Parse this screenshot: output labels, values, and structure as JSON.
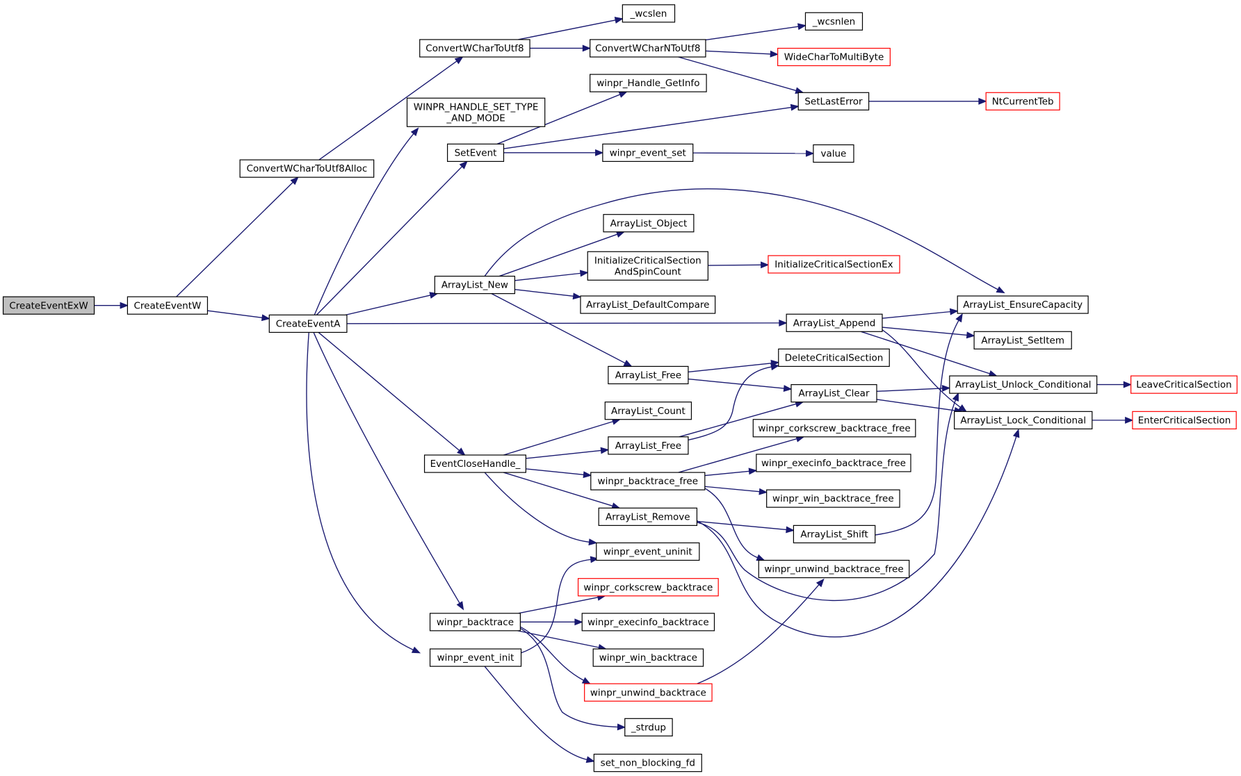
{
  "graph": {
    "title": "",
    "colors": {
      "edge": "#191970",
      "node_border": "#000000",
      "truncated_border": "#ff0000",
      "root_fill": "#bfbfbf",
      "background": "#ffffff"
    },
    "nodes": [
      {
        "id": "CreateEventExW",
        "lines": [
          "CreateEventExW"
        ],
        "root": true
      },
      {
        "id": "CreateEventW",
        "lines": [
          "CreateEventW"
        ]
      },
      {
        "id": "ConvertWCharToUtf8Alloc",
        "lines": [
          "ConvertWCharToUtf8Alloc"
        ]
      },
      {
        "id": "CreateEventA",
        "lines": [
          "CreateEventA"
        ]
      },
      {
        "id": "ConvertWCharToUtf8",
        "lines": [
          "ConvertWCharToUtf8"
        ]
      },
      {
        "id": "WINPR_HANDLE_SET_TYPE_AND_MODE",
        "lines": [
          "WINPR_HANDLE_SET_TYPE",
          "_AND_MODE"
        ]
      },
      {
        "id": "SetEvent",
        "lines": [
          "SetEvent"
        ]
      },
      {
        "id": "ArrayList_New",
        "lines": [
          "ArrayList_New"
        ]
      },
      {
        "id": "EventCloseHandle_",
        "lines": [
          "EventCloseHandle_"
        ]
      },
      {
        "id": "winpr_backtrace",
        "lines": [
          "winpr_backtrace"
        ]
      },
      {
        "id": "winpr_event_init",
        "lines": [
          "winpr_event_init"
        ]
      },
      {
        "id": "_wcslen",
        "lines": [
          "_wcslen"
        ]
      },
      {
        "id": "ConvertWCharNToUtf8",
        "lines": [
          "ConvertWCharNToUtf8"
        ]
      },
      {
        "id": "winpr_Handle_GetInfo",
        "lines": [
          "winpr_Handle_GetInfo"
        ]
      },
      {
        "id": "winpr_event_set",
        "lines": [
          "winpr_event_set"
        ]
      },
      {
        "id": "ArrayList_Object",
        "lines": [
          "ArrayList_Object"
        ]
      },
      {
        "id": "InitializeCriticalSectionAndSpinCount",
        "lines": [
          "InitializeCriticalSection",
          "AndSpinCount"
        ]
      },
      {
        "id": "ArrayList_DefaultCompare",
        "lines": [
          "ArrayList_DefaultCompare"
        ]
      },
      {
        "id": "ArrayList_Free_1",
        "lines": [
          "ArrayList_Free"
        ]
      },
      {
        "id": "ArrayList_Count",
        "lines": [
          "ArrayList_Count"
        ]
      },
      {
        "id": "ArrayList_Free_2",
        "lines": [
          "ArrayList_Free"
        ]
      },
      {
        "id": "winpr_backtrace_free",
        "lines": [
          "winpr_backtrace_free"
        ]
      },
      {
        "id": "ArrayList_Remove",
        "lines": [
          "ArrayList_Remove"
        ]
      },
      {
        "id": "winpr_event_uninit",
        "lines": [
          "winpr_event_uninit"
        ]
      },
      {
        "id": "winpr_corkscrew_backtrace",
        "lines": [
          "winpr_corkscrew_backtrace"
        ],
        "red": true
      },
      {
        "id": "winpr_execinfo_backtrace",
        "lines": [
          "winpr_execinfo_backtrace"
        ]
      },
      {
        "id": "winpr_win_backtrace",
        "lines": [
          "winpr_win_backtrace"
        ]
      },
      {
        "id": "winpr_unwind_backtrace",
        "lines": [
          "winpr_unwind_backtrace"
        ],
        "red": true
      },
      {
        "id": "_strdup",
        "lines": [
          "_strdup"
        ]
      },
      {
        "id": "set_non_blocking_fd",
        "lines": [
          "set_non_blocking_fd"
        ]
      },
      {
        "id": "_wcsnlen",
        "lines": [
          "_wcsnlen"
        ]
      },
      {
        "id": "WideCharToMultiByte",
        "lines": [
          "WideCharToMultiByte"
        ],
        "red": true
      },
      {
        "id": "SetLastError",
        "lines": [
          "SetLastError"
        ]
      },
      {
        "id": "value",
        "lines": [
          "value"
        ]
      },
      {
        "id": "InitializeCriticalSectionEx",
        "lines": [
          "InitializeCriticalSectionEx"
        ],
        "red": true
      },
      {
        "id": "ArrayList_Append",
        "lines": [
          "ArrayList_Append"
        ]
      },
      {
        "id": "DeleteCriticalSection",
        "lines": [
          "DeleteCriticalSection"
        ]
      },
      {
        "id": "ArrayList_Clear",
        "lines": [
          "ArrayList_Clear"
        ]
      },
      {
        "id": "winpr_corkscrew_backtrace_free",
        "lines": [
          "winpr_corkscrew_backtrace_free"
        ]
      },
      {
        "id": "winpr_execinfo_backtrace_free",
        "lines": [
          "winpr_execinfo_backtrace_free"
        ]
      },
      {
        "id": "winpr_win_backtrace_free",
        "lines": [
          "winpr_win_backtrace_free"
        ]
      },
      {
        "id": "ArrayList_Shift",
        "lines": [
          "ArrayList_Shift"
        ]
      },
      {
        "id": "winpr_unwind_backtrace_free",
        "lines": [
          "winpr_unwind_backtrace_free"
        ]
      },
      {
        "id": "NtCurrentTeb",
        "lines": [
          "NtCurrentTeb"
        ],
        "red": true
      },
      {
        "id": "ArrayList_EnsureCapacity",
        "lines": [
          "ArrayList_EnsureCapacity"
        ]
      },
      {
        "id": "ArrayList_SetItem",
        "lines": [
          "ArrayList_SetItem"
        ]
      },
      {
        "id": "ArrayList_Unlock_Conditional",
        "lines": [
          "ArrayList_Unlock_Conditional"
        ]
      },
      {
        "id": "ArrayList_Lock_Conditional",
        "lines": [
          "ArrayList_Lock_Conditional"
        ]
      },
      {
        "id": "LeaveCriticalSection",
        "lines": [
          "LeaveCriticalSection"
        ],
        "red": true
      },
      {
        "id": "EnterCriticalSection",
        "lines": [
          "EnterCriticalSection"
        ],
        "red": true
      }
    ],
    "edges": [
      [
        "CreateEventExW",
        "CreateEventW"
      ],
      [
        "CreateEventW",
        "ConvertWCharToUtf8Alloc"
      ],
      [
        "CreateEventW",
        "CreateEventA"
      ],
      [
        "ConvertWCharToUtf8Alloc",
        "ConvertWCharToUtf8"
      ],
      [
        "ConvertWCharToUtf8",
        "_wcslen"
      ],
      [
        "ConvertWCharToUtf8",
        "ConvertWCharNToUtf8"
      ],
      [
        "ConvertWCharNToUtf8",
        "_wcsnlen"
      ],
      [
        "ConvertWCharNToUtf8",
        "WideCharToMultiByte"
      ],
      [
        "ConvertWCharNToUtf8",
        "SetLastError"
      ],
      [
        "SetLastError",
        "NtCurrentTeb"
      ],
      [
        "CreateEventA",
        "WINPR_HANDLE_SET_TYPE_AND_MODE"
      ],
      [
        "CreateEventA",
        "SetEvent"
      ],
      [
        "CreateEventA",
        "ArrayList_New"
      ],
      [
        "CreateEventA",
        "ArrayList_Append"
      ],
      [
        "CreateEventA",
        "EventCloseHandle_"
      ],
      [
        "CreateEventA",
        "winpr_backtrace"
      ],
      [
        "CreateEventA",
        "winpr_event_init"
      ],
      [
        "SetEvent",
        "winpr_Handle_GetInfo"
      ],
      [
        "SetEvent",
        "SetLastError"
      ],
      [
        "SetEvent",
        "winpr_event_set"
      ],
      [
        "winpr_event_set",
        "value"
      ],
      [
        "ArrayList_New",
        "ArrayList_EnsureCapacity"
      ],
      [
        "ArrayList_New",
        "ArrayList_Object"
      ],
      [
        "ArrayList_New",
        "InitializeCriticalSectionAndSpinCount"
      ],
      [
        "ArrayList_New",
        "ArrayList_DefaultCompare"
      ],
      [
        "ArrayList_New",
        "ArrayList_Free_1"
      ],
      [
        "InitializeCriticalSectionAndSpinCount",
        "InitializeCriticalSectionEx"
      ],
      [
        "ArrayList_Append",
        "ArrayList_EnsureCapacity"
      ],
      [
        "ArrayList_Append",
        "ArrayList_SetItem"
      ],
      [
        "ArrayList_Append",
        "ArrayList_Unlock_Conditional"
      ],
      [
        "ArrayList_Append",
        "ArrayList_Lock_Conditional"
      ],
      [
        "ArrayList_Free_1",
        "DeleteCriticalSection"
      ],
      [
        "ArrayList_Free_1",
        "ArrayList_Clear"
      ],
      [
        "ArrayList_Free_2",
        "DeleteCriticalSection"
      ],
      [
        "ArrayList_Free_2",
        "ArrayList_Clear"
      ],
      [
        "ArrayList_Clear",
        "ArrayList_Unlock_Conditional"
      ],
      [
        "ArrayList_Clear",
        "ArrayList_Lock_Conditional"
      ],
      [
        "ArrayList_Unlock_Conditional",
        "LeaveCriticalSection"
      ],
      [
        "ArrayList_Lock_Conditional",
        "EnterCriticalSection"
      ],
      [
        "EventCloseHandle_",
        "ArrayList_Count"
      ],
      [
        "EventCloseHandle_",
        "ArrayList_Free_2"
      ],
      [
        "EventCloseHandle_",
        "winpr_backtrace_free"
      ],
      [
        "EventCloseHandle_",
        "ArrayList_Remove"
      ],
      [
        "EventCloseHandle_",
        "winpr_event_uninit"
      ],
      [
        "winpr_backtrace_free",
        "winpr_corkscrew_backtrace_free"
      ],
      [
        "winpr_backtrace_free",
        "winpr_execinfo_backtrace_free"
      ],
      [
        "winpr_backtrace_free",
        "winpr_win_backtrace_free"
      ],
      [
        "winpr_backtrace_free",
        "winpr_unwind_backtrace_free"
      ],
      [
        "ArrayList_Remove",
        "ArrayList_Shift"
      ],
      [
        "ArrayList_Remove",
        "ArrayList_Unlock_Conditional"
      ],
      [
        "ArrayList_Remove",
        "ArrayList_Lock_Conditional"
      ],
      [
        "ArrayList_Shift",
        "ArrayList_EnsureCapacity"
      ],
      [
        "winpr_backtrace",
        "winpr_corkscrew_backtrace"
      ],
      [
        "winpr_backtrace",
        "winpr_execinfo_backtrace"
      ],
      [
        "winpr_backtrace",
        "winpr_win_backtrace"
      ],
      [
        "winpr_backtrace",
        "winpr_unwind_backtrace"
      ],
      [
        "winpr_backtrace",
        "_strdup"
      ],
      [
        "winpr_unwind_backtrace",
        "winpr_unwind_backtrace_free"
      ],
      [
        "winpr_event_init",
        "winpr_event_uninit"
      ],
      [
        "winpr_event_init",
        "set_non_blocking_fd"
      ]
    ]
  }
}
